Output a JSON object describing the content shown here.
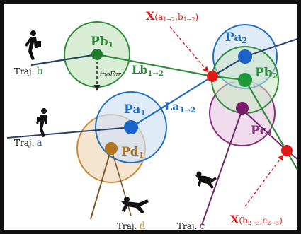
{
  "labels": {
    "traj_b": "Traj. b",
    "traj_b_prefix": "Traj.",
    "traj_b_letter": "b",
    "traj_a_prefix": "Traj.",
    "traj_a_letter": "a",
    "traj_d_prefix": "Traj.",
    "traj_d_letter": "d",
    "traj_c_prefix": "Traj.",
    "traj_c_letter": "c",
    "too_far": "tooFar",
    "pb1": "Pb",
    "pb1_sub": "1",
    "pa1": "Pa",
    "pa1_sub": "1",
    "pd1": "Pd",
    "pd1_sub": "1",
    "pa2": "Pa",
    "pa2_sub": "2",
    "pb2": "Pb",
    "pb2_sub": "2",
    "pc1": "Pc",
    "pc1_sub": "1",
    "lb12": "Lb",
    "lb12_sub": "1→2",
    "la12": "La",
    "la12_sub": "1→2",
    "x_top_main": "X",
    "x_top_args": "(a",
    "x_top_sub1": "1→2",
    "x_top_mid": ",b",
    "x_top_sub2": "1→2",
    "x_top_end": ")",
    "x_bot_main": "X",
    "x_bot_args": "(b",
    "x_bot_sub1": "2→3",
    "x_bot_mid": ",c",
    "x_bot_sub2": "2→3",
    "x_bot_end": ")"
  },
  "colors": {
    "green": "#2e8b3a",
    "green_fill": "#c9e6c2",
    "blue": "#1f6fc4",
    "blue_fill": "#cfe1f4",
    "orange": "#c98a33",
    "orange_fill": "#f1dcc0",
    "purple": "#8a2a7a",
    "purple_fill": "#e9cfe4",
    "red": "#e01818",
    "traj_line": "#2b3f6b"
  }
}
